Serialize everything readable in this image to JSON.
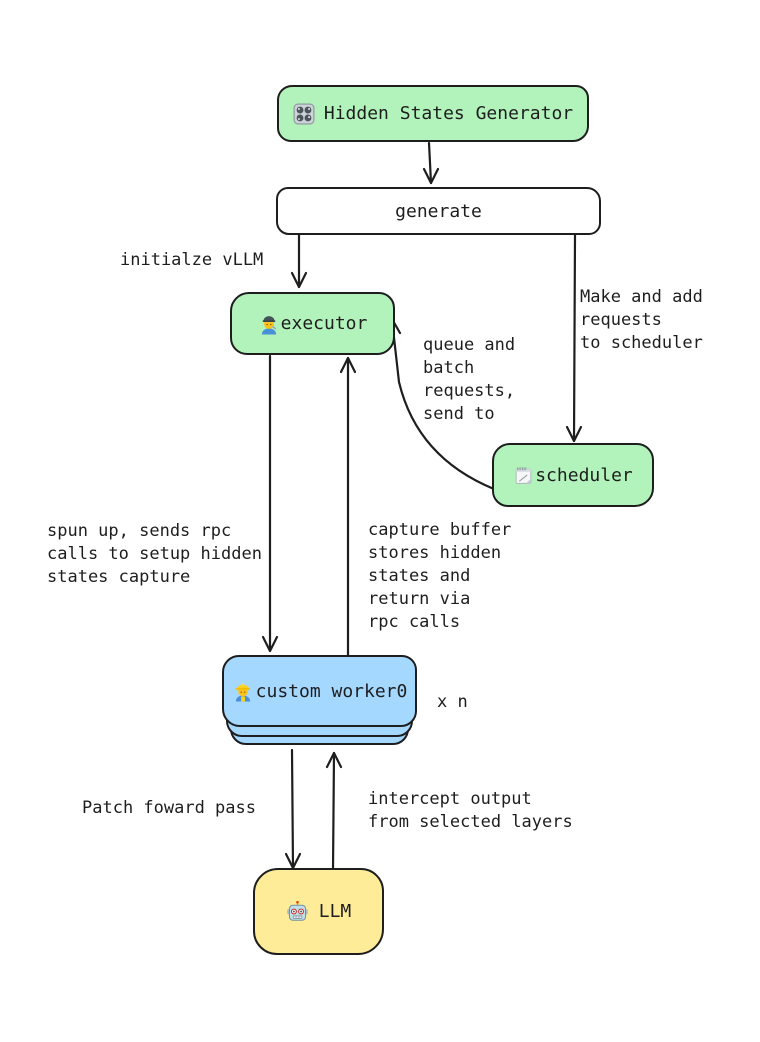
{
  "canvas": {
    "background": "#ffffff",
    "stroke_color": "#1e1e1e"
  },
  "palette": {
    "green": "#b2f2bb",
    "blue": "#a5d8ff",
    "yellow": "#ffec99",
    "white": "#ffffff"
  },
  "nodes": {
    "hidden_states_generator": {
      "label": "Hidden States Generator",
      "icon": "control-knobs-icon",
      "fill": "#b2f2bb"
    },
    "generate": {
      "label": "generate",
      "fill": "#ffffff"
    },
    "executor": {
      "label": "executor",
      "icon": "man-mechanic-icon",
      "fill": "#b2f2bb"
    },
    "scheduler": {
      "label": "scheduler",
      "icon": "spiral-notepad-icon",
      "fill": "#b2f2bb"
    },
    "custom_worker": {
      "label": "custom worker0",
      "icon": "construction-worker-icon",
      "fill": "#a5d8ff",
      "stacked": true
    },
    "llm": {
      "label": "LLM",
      "icon": "robot-icon",
      "fill": "#ffec99"
    }
  },
  "annotations": {
    "initialize_vllm": "initialze vLLM",
    "make_and_add": "Make and add\nrequests\nto scheduler",
    "queue_and_batch": "queue and\nbatch\nrequests,\nsend to",
    "spun_up": "spun up, sends rpc\ncalls to setup hidden\nstates capture",
    "capture_buffer": "capture buffer\nstores hidden\nstates and\nreturn via\nrpc calls",
    "worker_multiplier": "x n",
    "patch_forward": "Patch foward pass",
    "intercept_output": "intercept output\nfrom selected layers"
  },
  "arrows": [
    {
      "name": "generator-to-generate",
      "from": "hidden_states_generator",
      "to": "generate"
    },
    {
      "name": "generate-to-executor",
      "from": "generate",
      "to": "executor"
    },
    {
      "name": "generate-to-scheduler",
      "from": "generate",
      "to": "scheduler"
    },
    {
      "name": "scheduler-to-executor",
      "from": "scheduler",
      "to": "executor",
      "curved": true
    },
    {
      "name": "executor-to-worker",
      "from": "executor",
      "to": "custom_worker"
    },
    {
      "name": "worker-to-executor",
      "from": "custom_worker",
      "to": "executor"
    },
    {
      "name": "worker-to-llm",
      "from": "custom_worker",
      "to": "llm"
    },
    {
      "name": "llm-to-worker",
      "from": "llm",
      "to": "custom_worker"
    }
  ]
}
